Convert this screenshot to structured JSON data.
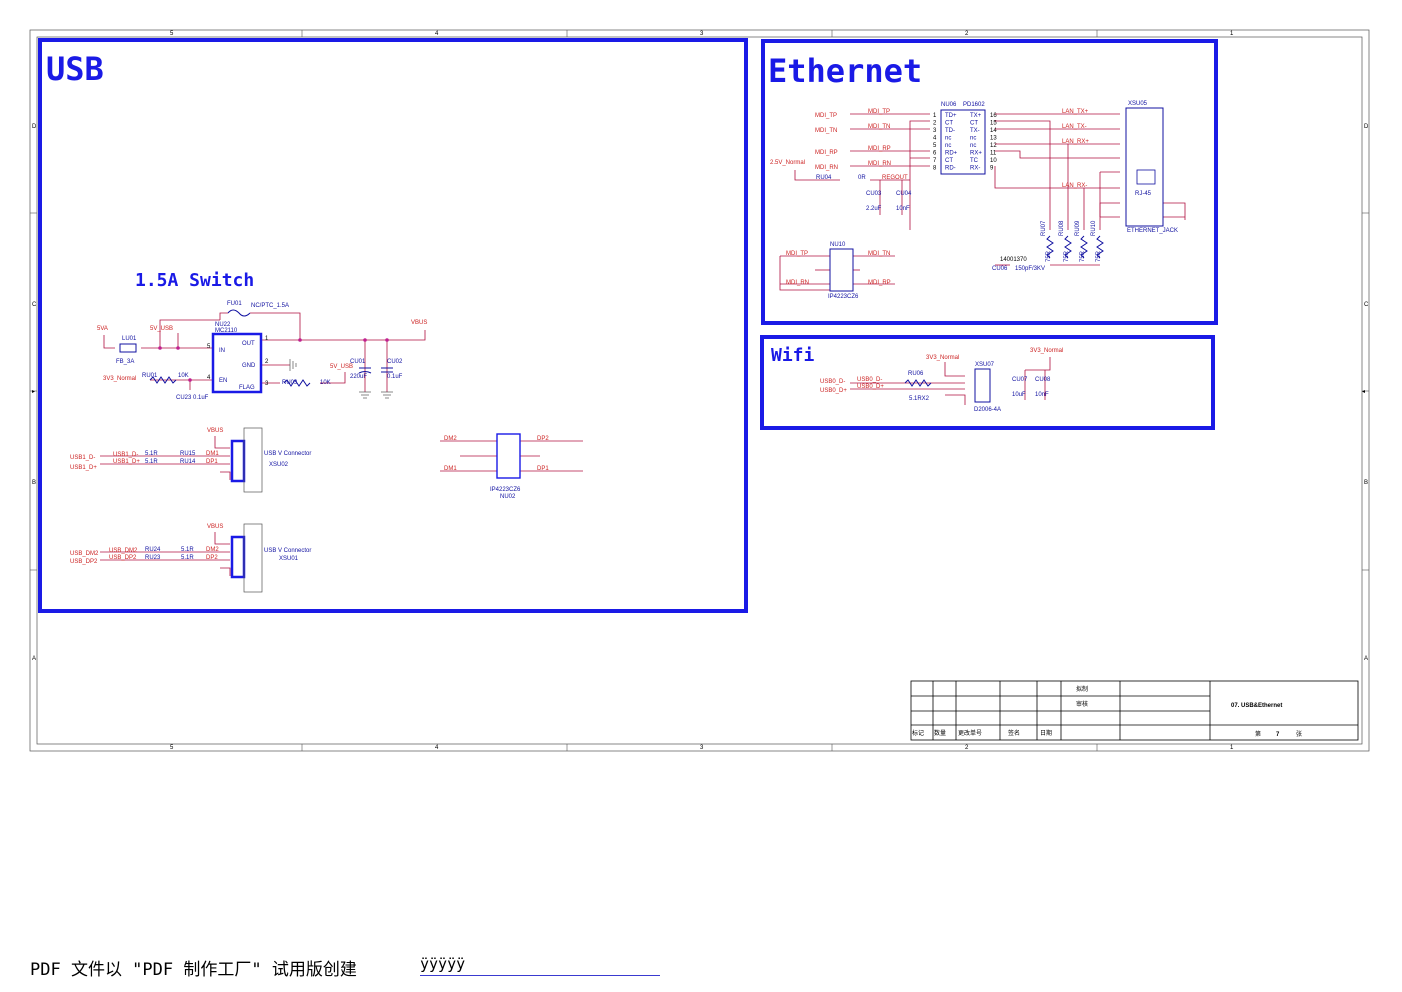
{
  "sections": {
    "usb": "USB",
    "ethernet": "Ethernet",
    "wifi": "Wifi",
    "switch": "1.5A Switch"
  },
  "frame": {
    "cols": [
      "5",
      "4",
      "3",
      "2",
      "1"
    ],
    "rows": [
      "D",
      "C",
      "B",
      "A"
    ]
  },
  "usb": {
    "fu01": "FU01",
    "fu01_val": "NC/PTC_1.5A",
    "nu22": "NU22",
    "nu22_part": "MC2110",
    "pin_in": "IN",
    "pin_out": "OUT",
    "pin_gnd": "GND",
    "pin_en": "EN",
    "pin_flag": "FLAG",
    "n5": "5",
    "n1": "1",
    "n2": "2",
    "n3": "3",
    "n4": "4",
    "v5va": "5VA",
    "v5usb": "5V_USB",
    "vbus": "VBUS",
    "v3v3": "3V3_Normal",
    "lu01": "LU01",
    "lu01_val": "FB_3A",
    "ru01": "RU01",
    "ru01_val": "10K",
    "ru03": "RU03",
    "ru03_val": "10K",
    "cu23": "CU23 0.1uF",
    "cu01": "CU01",
    "cu01_val": "220uF",
    "cu02": "CU02",
    "cu02_val": "0.1uF",
    "usb1_dm": "USB1_D-",
    "usb1_dp": "USB1_D+",
    "usb1_dm2": "USB1_D-",
    "usb1_dp2": "USB1_D+",
    "ru15": "RU15",
    "ru14": "RU14",
    "r51": "5.1R",
    "dm1": "DM1",
    "dp1": "DP1",
    "conn_label": "USB V Connector",
    "xsu02": "XSU02",
    "xsu01": "XSU01",
    "usb_dm2": "USB_DM2",
    "usb_dp2": "USB_DP2",
    "ru24": "RU24",
    "ru23": "RU23",
    "dm2": "DM2",
    "dp2": "DP2",
    "nu02_part": "IP4223CZ6",
    "nu02": "NU02"
  },
  "eth": {
    "nu06": "NU06",
    "pd1602": "PD1602",
    "mdi_tp": "MDI_TP",
    "mdi_tn": "MDI_TN",
    "mdi_rp": "MDI_RP",
    "mdi_rn": "MDI_RN",
    "v25": "2.5V_Normal",
    "ru04": "RU04",
    "ru04_val": "0R",
    "regout": "REGOUT",
    "cu03": "CU03",
    "cu03_val": "2.2uF",
    "cu04": "CU04",
    "cu04_val": "10nF",
    "lan_txp": "LAN_TX+",
    "lan_txn": "LAN_TX-",
    "lan_rxp": "LAN_RX+",
    "lan_rxn": "LAN_RX-",
    "xsu05": "XSU05",
    "rj45": "RJ-45",
    "jack": "ETHERNET_JACK",
    "ru07": "RU07",
    "ru08": "RU08",
    "ru09": "RU09",
    "ru10": "RU10",
    "r75": "75R",
    "cu06": "CU06",
    "cu06_val": "150pF/3KV",
    "cu06_top": "14001370",
    "nu10": "NU10",
    "nu10_part": "IP4223CZ6",
    "pins_left": [
      "TD+",
      "CT",
      "TD-",
      "nc",
      "nc",
      "RD+",
      "CT",
      "RD-"
    ],
    "pins_right": [
      "TX+",
      "CT",
      "TX-",
      "nc",
      "nc",
      "RX+",
      "TC",
      "RX-"
    ],
    "pin_nums_left": [
      "1",
      "2",
      "3",
      "4",
      "5",
      "6",
      "7",
      "8"
    ],
    "pin_nums_right": [
      "16",
      "15",
      "14",
      "13",
      "12",
      "11",
      "10",
      "9"
    ]
  },
  "wifi": {
    "v33": "3V3_Normal",
    "usb0_dm": "USB0_D-",
    "usb0_dp": "USB0_D+",
    "ru06": "RU06",
    "ru06_val": "5.1RX2",
    "xsu07": "XSU07",
    "xsu07_part": "D2006-4A",
    "cu07": "CU07",
    "cu07_val": "10uF",
    "cu08": "CU08",
    "cu08_val": "10nF"
  },
  "title_block": {
    "draw": "拟制",
    "review": "审核",
    "title": "07. USB&Ethernet",
    "cols": [
      "标记",
      "数量",
      "更改单号",
      "签名",
      "日期"
    ],
    "sheet_prefix": "第",
    "sheet_no": "7",
    "sheet_suffix": "张"
  },
  "footer": {
    "text": "PDF 文件以 \"PDF 制作工厂\" 试用版创建",
    "link": "ÿÿÿÿÿ"
  }
}
